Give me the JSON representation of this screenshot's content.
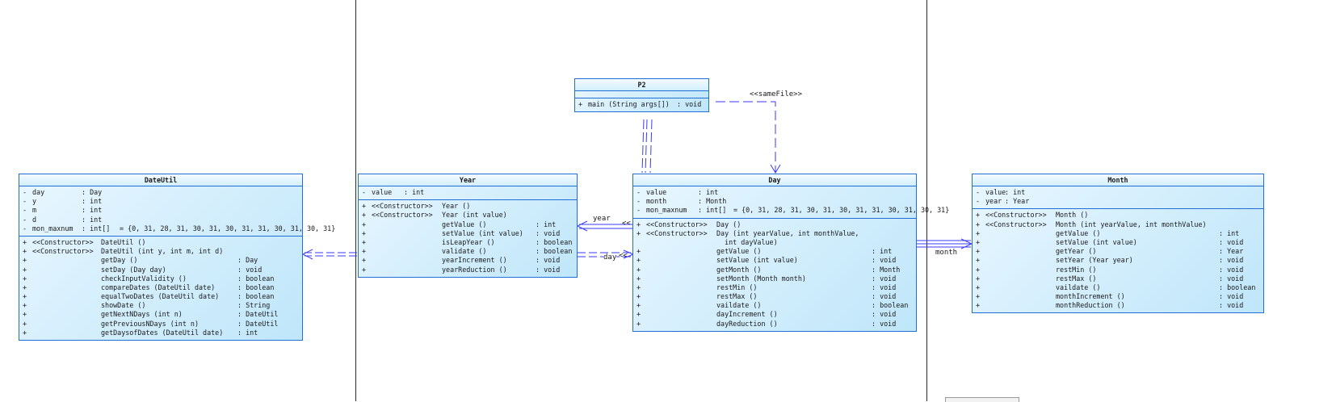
{
  "classes": {
    "p2": {
      "name": "P2",
      "attributes": [],
      "methods": [
        {
          "vis": "+",
          "stereo": "",
          "sig": "main (String args[])",
          "type": ": void"
        }
      ]
    },
    "dateutil": {
      "name": "DateUtil",
      "attributes": [
        {
          "vis": "-",
          "name": "day",
          "type": ": Day",
          "extra": ""
        },
        {
          "vis": "-",
          "name": "y",
          "type": ": int",
          "extra": ""
        },
        {
          "vis": "-",
          "name": "m",
          "type": ": int",
          "extra": ""
        },
        {
          "vis": "-",
          "name": "d",
          "type": ": int",
          "extra": ""
        },
        {
          "vis": "-",
          "name": "mon_maxnum",
          "type": ": int[]",
          "extra": "= {0, 31, 28, 31, 30, 31, 30, 31, 31, 30, 31, 30, 31}"
        }
      ],
      "methods": [
        {
          "vis": "+",
          "stereo": "<<Constructor>>",
          "sig": "DateUtil ()",
          "type": ""
        },
        {
          "vis": "+",
          "stereo": "<<Constructor>>",
          "sig": "DateUtil (int y, int m, int d)",
          "type": ""
        },
        {
          "vis": "+",
          "stereo": "",
          "sig": "getDay ()",
          "type": ": Day"
        },
        {
          "vis": "+",
          "stereo": "",
          "sig": "setDay (Day day)",
          "type": ": void"
        },
        {
          "vis": "+",
          "stereo": "",
          "sig": "checkInputValidity ()",
          "type": ": boolean"
        },
        {
          "vis": "+",
          "stereo": "",
          "sig": "compareDates (DateUtil date)",
          "type": ": boolean"
        },
        {
          "vis": "+",
          "stereo": "",
          "sig": "equalTwoDates (DateUtil date)",
          "type": ": boolean"
        },
        {
          "vis": "+",
          "stereo": "",
          "sig": "showDate ()",
          "type": ": String"
        },
        {
          "vis": "+",
          "stereo": "",
          "sig": "getNextNDays (int n)",
          "type": ": DateUtil"
        },
        {
          "vis": "+",
          "stereo": "",
          "sig": "getPreviousNDays (int n)",
          "type": ": DateUtil"
        },
        {
          "vis": "+",
          "stereo": "",
          "sig": "getDaysofDates (DateUtil date)",
          "type": ": int"
        }
      ]
    },
    "year": {
      "name": "Year",
      "attributes": [
        {
          "vis": "-",
          "name": "value",
          "type": ": int",
          "extra": ""
        }
      ],
      "methods": [
        {
          "vis": "+",
          "stereo": "<<Constructor>>",
          "sig": "Year ()",
          "type": ""
        },
        {
          "vis": "+",
          "stereo": "<<Constructor>>",
          "sig": "Year (int value)",
          "type": ""
        },
        {
          "vis": "+",
          "stereo": "",
          "sig": "getValue ()",
          "type": ": int"
        },
        {
          "vis": "+",
          "stereo": "",
          "sig": "setValue (int value)",
          "type": ": void"
        },
        {
          "vis": "+",
          "stereo": "",
          "sig": "isLeapYear ()",
          "type": ": boolean"
        },
        {
          "vis": "+",
          "stereo": "",
          "sig": "validate ()",
          "type": ": boolean"
        },
        {
          "vis": "+",
          "stereo": "",
          "sig": "yearIncrement ()",
          "type": ": void"
        },
        {
          "vis": "+",
          "stereo": "",
          "sig": "yearReduction ()",
          "type": ": void"
        }
      ]
    },
    "day": {
      "name": "Day",
      "attributes": [
        {
          "vis": "-",
          "name": "value",
          "type": ": int",
          "extra": ""
        },
        {
          "vis": "-",
          "name": "month",
          "type": ": Month",
          "extra": ""
        },
        {
          "vis": "-",
          "name": "mon_maxnum",
          "type": ": int[]",
          "extra": "= {0, 31, 28, 31, 30, 31, 30, 31, 31, 30, 31, 30, 31}"
        }
      ],
      "methods": [
        {
          "vis": "+",
          "stereo": "<<Constructor>>",
          "sig": "Day ()",
          "type": ""
        },
        {
          "vis": "+",
          "stereo": "<<Constructor>>",
          "sig": "Day (int yearValue, int monthValue,",
          "type": ""
        },
        {
          "vis": "",
          "stereo": "",
          "sig": "  int dayValue)",
          "type": ""
        },
        {
          "vis": "+",
          "stereo": "",
          "sig": "getValue ()",
          "type": ": int"
        },
        {
          "vis": "+",
          "stereo": "",
          "sig": "setValue (int value)",
          "type": ": void"
        },
        {
          "vis": "+",
          "stereo": "",
          "sig": "getMonth ()",
          "type": ": Month"
        },
        {
          "vis": "+",
          "stereo": "",
          "sig": "setMonth (Month month)",
          "type": ": void"
        },
        {
          "vis": "+",
          "stereo": "",
          "sig": "restMin ()",
          "type": ": void"
        },
        {
          "vis": "+",
          "stereo": "",
          "sig": "restMax ()",
          "type": ": void"
        },
        {
          "vis": "+",
          "stereo": "",
          "sig": "vaildate ()",
          "type": ": boolean"
        },
        {
          "vis": "+",
          "stereo": "",
          "sig": "dayIncrement ()",
          "type": ": void"
        },
        {
          "vis": "+",
          "stereo": "",
          "sig": "dayReduction ()",
          "type": ": void"
        }
      ]
    },
    "month": {
      "name": "Month",
      "attributes": [
        {
          "vis": "-",
          "name": "value",
          "type": ": int",
          "extra": ""
        },
        {
          "vis": "-",
          "name": "year",
          "type": ": Year",
          "extra": ""
        }
      ],
      "methods": [
        {
          "vis": "+",
          "stereo": "<<Constructor>>",
          "sig": "Month ()",
          "type": ""
        },
        {
          "vis": "+",
          "stereo": "<<Constructor>>",
          "sig": "Month (int yearValue, int monthValue)",
          "type": ""
        },
        {
          "vis": "+",
          "stereo": "",
          "sig": "getValue ()",
          "type": ": int"
        },
        {
          "vis": "+",
          "stereo": "",
          "sig": "setValue (int value)",
          "type": ": void"
        },
        {
          "vis": "+",
          "stereo": "",
          "sig": "getYear ()",
          "type": ": Year"
        },
        {
          "vis": "+",
          "stereo": "",
          "sig": "setYear (Year year)",
          "type": ": void"
        },
        {
          "vis": "+",
          "stereo": "",
          "sig": "restMin ()",
          "type": ": void"
        },
        {
          "vis": "+",
          "stereo": "",
          "sig": "restMax ()",
          "type": ": void"
        },
        {
          "vis": "+",
          "stereo": "",
          "sig": "vaildate ()",
          "type": ": boolean"
        },
        {
          "vis": "+",
          "stereo": "",
          "sig": "monthIncrement ()",
          "type": ": void"
        },
        {
          "vis": "+",
          "stereo": "",
          "sig": "monthReduction ()",
          "type": ": void"
        }
      ]
    }
  },
  "relations": {
    "same_file": "<<sameFile>>",
    "year_role": "year",
    "day_role": "day",
    "day_role_stereo": "<<",
    "year_end_stereo": "<<",
    "month_role": "month"
  },
  "colors": {
    "line": "#3a3aff",
    "border": "#1f6fd6",
    "fill": "#bfe6fa"
  }
}
